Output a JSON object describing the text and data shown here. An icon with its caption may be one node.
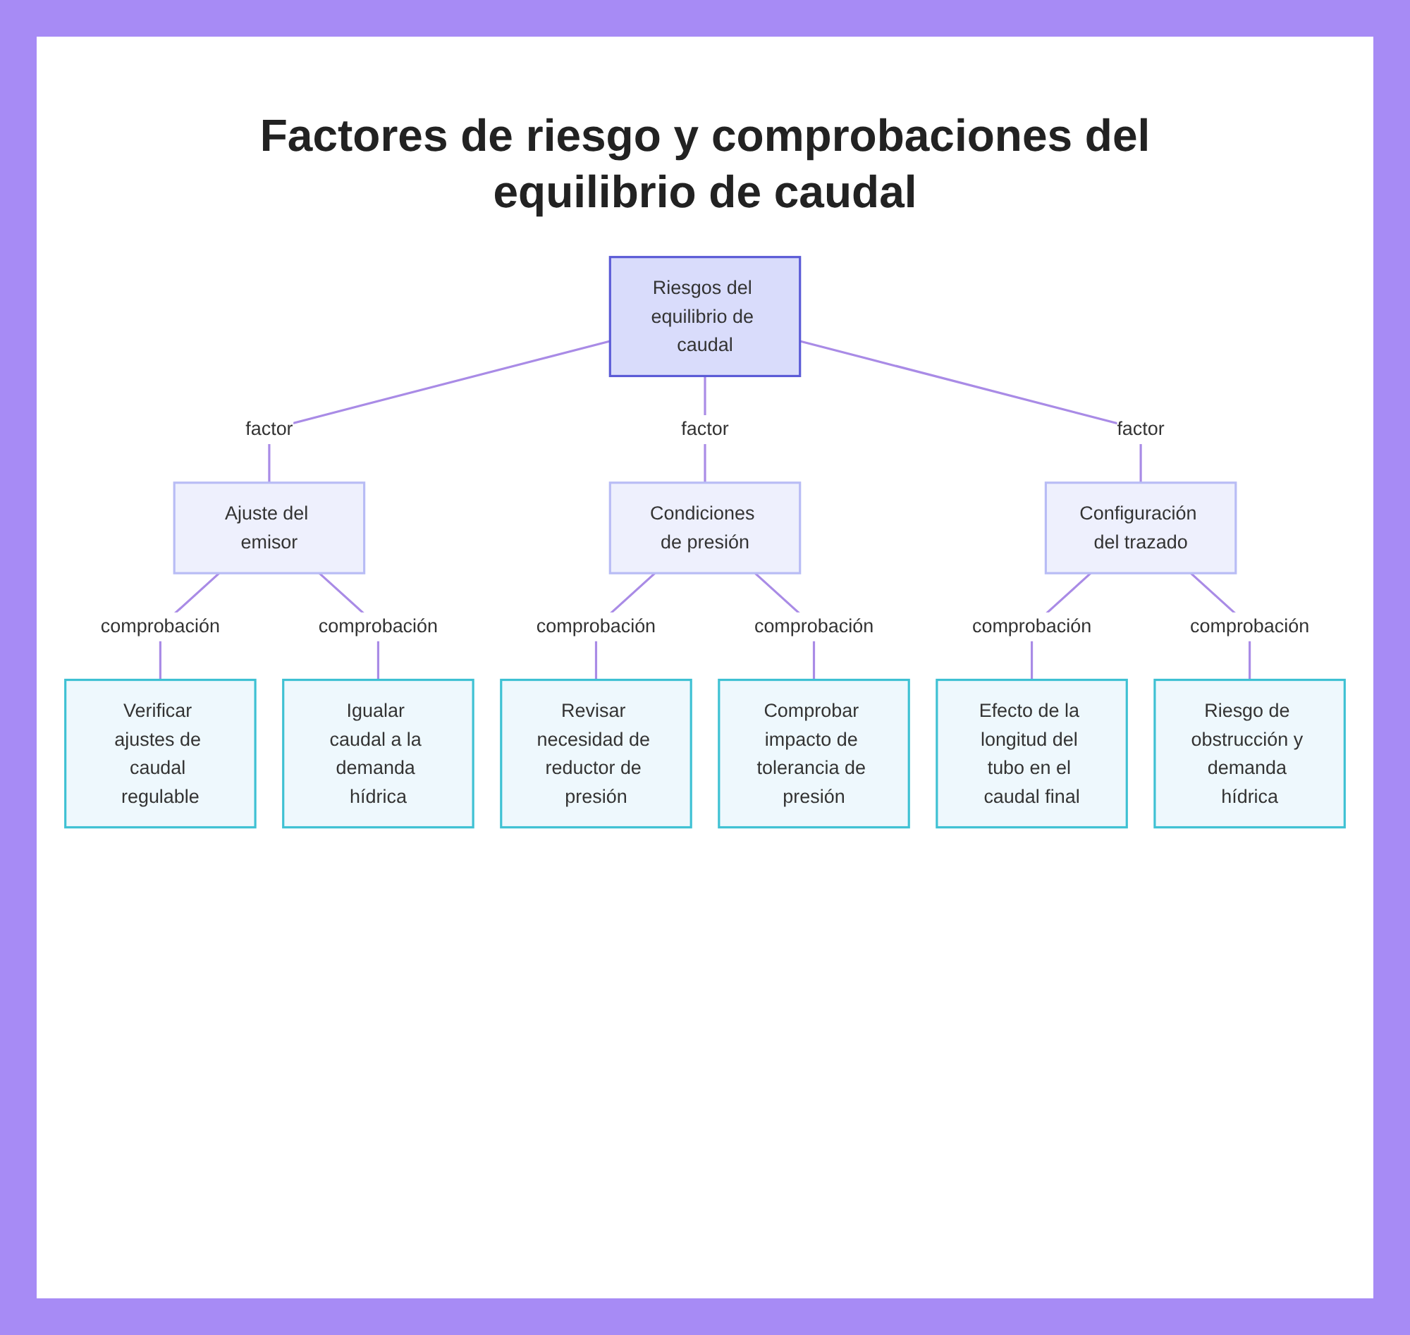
{
  "diagram": {
    "title": "Factores de riesgo y comprobaciones del equilibrio de caudal",
    "nodes": [
      {
        "text": [
          "Riesgos del equilibrio de caudal"
        ]
      },
      {
        "text": [
          "Ajuste del emisor"
        ]
      },
      {
        "text": [
          "Condiciones de presión"
        ]
      },
      {
        "text": [
          "Configuración del trazado"
        ]
      },
      {
        "text": [
          "Verificar ajustes de caudal regulable"
        ]
      },
      {
        "text": [
          "Igualar caudal a la demanda hídrica"
        ]
      },
      {
        "text": [
          "Revisar necesidad de reductor de presión"
        ]
      },
      {
        "text": [
          "Comprobar impacto de tolerancia de presión"
        ]
      },
      {
        "text": [
          "Efecto de la longitud del tubo en el caudal final"
        ]
      },
      {
        "text": [
          "Riesgo de obstrucción y demanda hídrica"
        ]
      }
    ],
    "edges": [
      {
        "from": 0,
        "to": 1,
        "arrow": "none",
        "label": "factor"
      },
      {
        "from": 0,
        "to": 2,
        "arrow": "none",
        "label": "factor"
      },
      {
        "from": 0,
        "to": 3,
        "arrow": "none",
        "label": "factor"
      },
      {
        "from": 1,
        "to": 4,
        "arrow": "none",
        "label": "comprobación"
      },
      {
        "from": 1,
        "to": 5,
        "arrow": "none",
        "label": "comprobación"
      },
      {
        "from": 2,
        "to": 6,
        "arrow": "none",
        "label": "comprobación"
      },
      {
        "from": 2,
        "to": 7,
        "arrow": "none",
        "label": "comprobación"
      },
      {
        "from": 3,
        "to": 8,
        "arrow": "none",
        "label": "comprobación"
      },
      {
        "from": 3,
        "to": 9,
        "arrow": "none",
        "label": "comprobación"
      }
    ]
  }
}
